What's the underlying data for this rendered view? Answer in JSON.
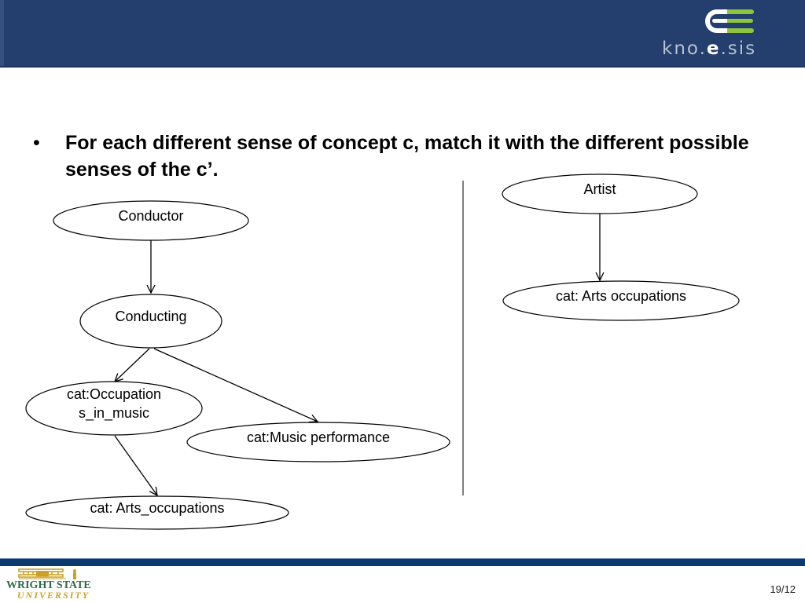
{
  "header": {
    "logo": {
      "name": "Kno.e.sis",
      "text_before": "kno.",
      "text_highlight": "e",
      "text_after": ".sis",
      "colors": {
        "band": "#243e6d",
        "icon_left": "#ffffff",
        "icon_right": "#8cc63e",
        "text": "#b9c1cf"
      }
    }
  },
  "content": {
    "bullets": [
      {
        "marker": "•",
        "text": "For each different sense of concept c, match it with the different possible senses of the c’."
      }
    ]
  },
  "diagram": {
    "left_graph": {
      "nodes": [
        {
          "id": "conductor",
          "label_lines": [
            "Conductor"
          ]
        },
        {
          "id": "conducting",
          "label_lines": [
            "Conducting"
          ]
        },
        {
          "id": "occupations_in_music",
          "label_lines": [
            "cat:Occupation",
            "s_in_music"
          ]
        },
        {
          "id": "music_performance",
          "label_lines": [
            "cat:Music performance"
          ]
        },
        {
          "id": "arts_occupations_underscore",
          "label_lines": [
            "cat: Arts_occupations"
          ]
        }
      ],
      "edges": [
        {
          "from": "conductor",
          "to": "conducting"
        },
        {
          "from": "conducting",
          "to": "occupations_in_music"
        },
        {
          "from": "conducting",
          "to": "music_performance"
        },
        {
          "from": "occupations_in_music",
          "to": "arts_occupations_underscore"
        }
      ]
    },
    "right_graph": {
      "nodes": [
        {
          "id": "artist",
          "label_lines": [
            "Artist"
          ]
        },
        {
          "id": "arts_occupations",
          "label_lines": [
            "cat: Arts occupations"
          ]
        }
      ],
      "edges": [
        {
          "from": "artist",
          "to": "arts_occupations"
        }
      ]
    }
  },
  "footer": {
    "logo": {
      "line1": "WRIGHT STATE",
      "line2": "UNIVERSITY",
      "colors": {
        "green": "#2e6a48",
        "gold": "#c9a227"
      }
    },
    "page_number": "19/12",
    "band_color": "#0d3a6e"
  }
}
